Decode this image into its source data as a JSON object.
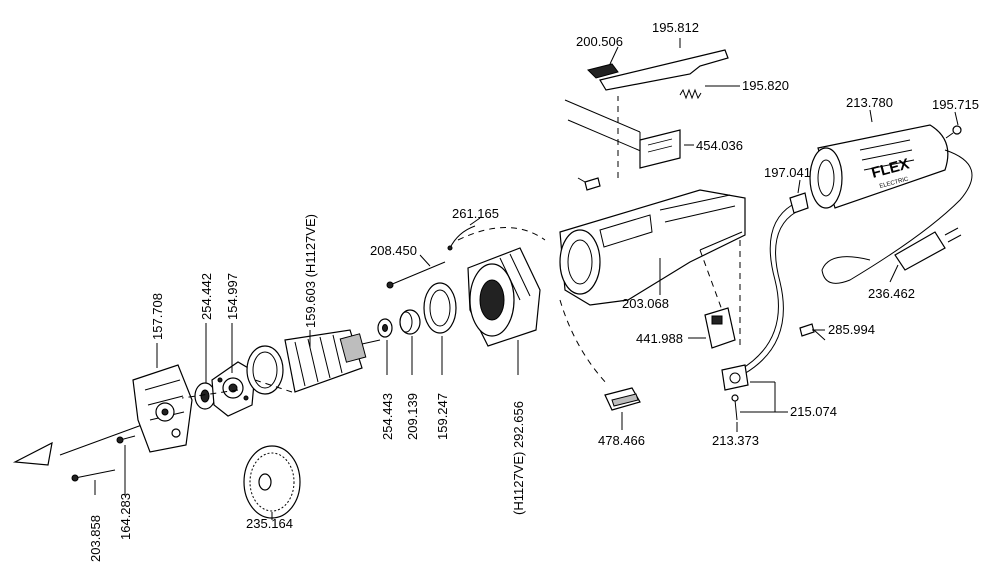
{
  "labels": {
    "p195_812": "195.812",
    "p200_506": "200.506",
    "p195_820": "195.820",
    "p213_780": "213.780",
    "p195_715": "195.715",
    "p454_036": "454.036",
    "p197_041": "197.041",
    "p261_165": "261.165",
    "p208_450": "208.450",
    "p159_603": "159.603  (H1127VE)",
    "p254_442": "254.442",
    "p154_997": "154.997",
    "p157_708": "157.708",
    "p203_068": "203.068",
    "p236_462": "236.462",
    "p285_994": "285.994",
    "p441_988": "441.988",
    "p215_074": "215.074",
    "p213_373": "213.373",
    "p478_466": "478.466",
    "p254_443": "254.443",
    "p209_139": "209.139",
    "p159_247": "159.247",
    "p292_656": "(H1127VE)  292.656",
    "p235_164": "235.164",
    "p203_858": "203.858",
    "p164_283": "164.283"
  },
  "branding": {
    "logo": "FLEX",
    "sublogo": "ELECTRIC"
  }
}
